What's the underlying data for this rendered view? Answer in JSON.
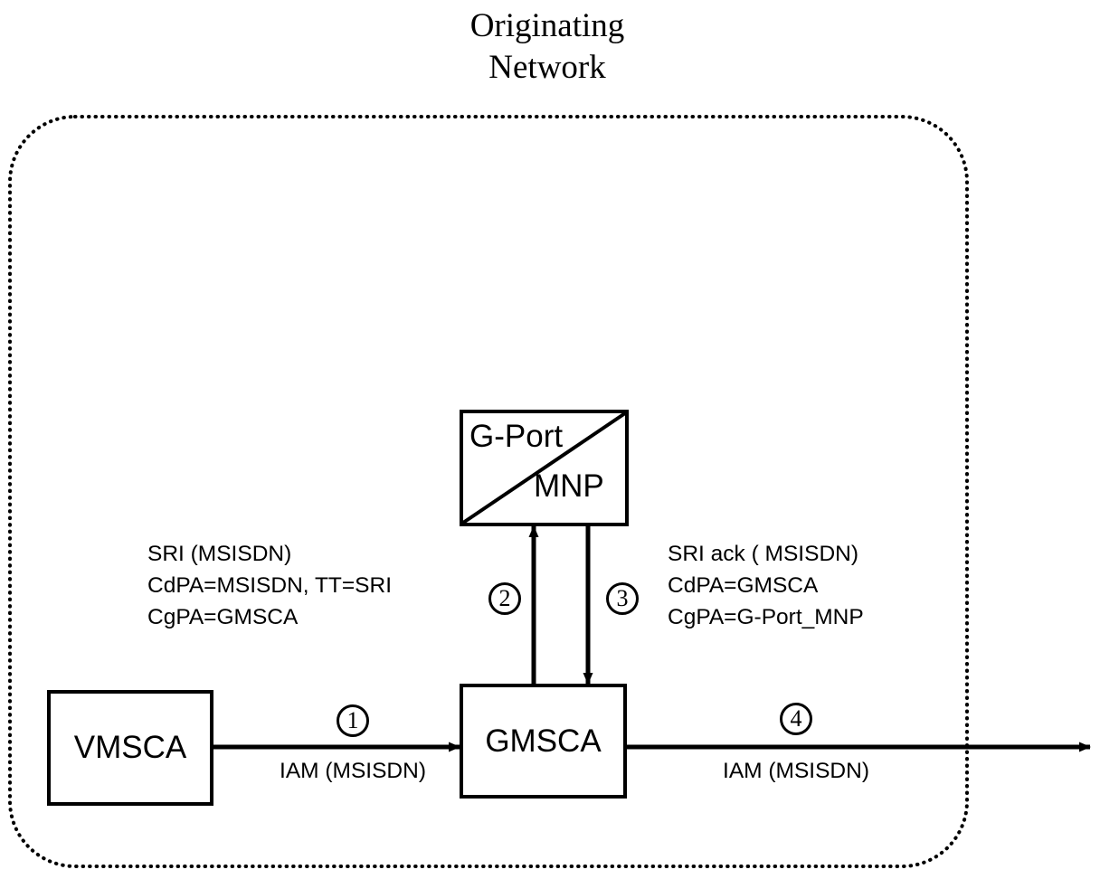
{
  "diagram": {
    "title": "Originating\nNetwork",
    "boundary_label": "originating-network-boundary",
    "nodes": {
      "vmsca": {
        "label": "VMSCA"
      },
      "gmsca": {
        "label": "GMSCA"
      },
      "gport": {
        "label_upper": "G-Port",
        "label_lower": "MNP"
      }
    },
    "steps": {
      "one": "1",
      "two": "2",
      "three": "3",
      "four": "4"
    },
    "messages": {
      "step1_caption": "IAM (MSISDN)",
      "step2": {
        "line1": "SRI (MSISDN)",
        "line2": "CdPA=MSISDN, TT=SRI",
        "line3": "CgPA=GMSCA"
      },
      "step3": {
        "line1": "SRI ack ( MSISDN)",
        "line2": "CdPA=GMSCA",
        "line3": "CgPA=G-Port_MNP"
      },
      "step4_caption": "IAM (MSISDN)"
    },
    "colors": {
      "stroke": "#000000",
      "background": "#ffffff"
    }
  }
}
